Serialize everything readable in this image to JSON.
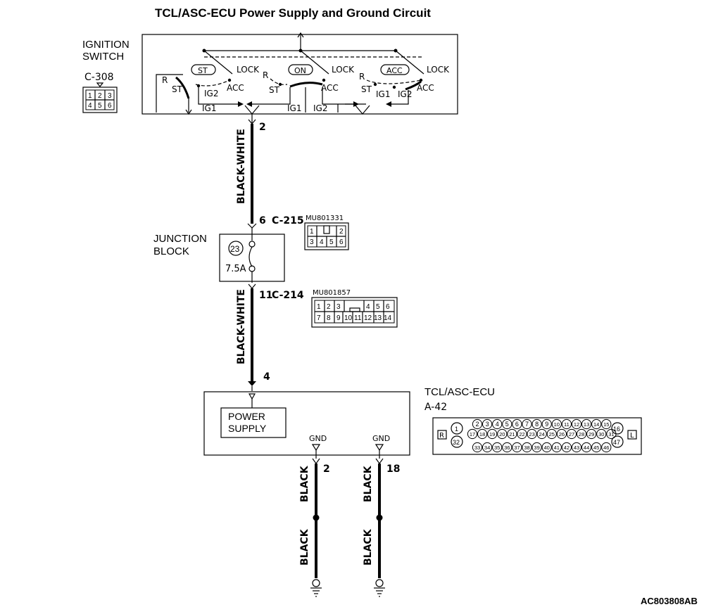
{
  "title": "TCL/ASC-ECU Power Supply and Ground Circuit",
  "figure_id": "AC803808AB",
  "ignition_switch": {
    "label_line1": "IGNITION",
    "label_line2": "SWITCH",
    "connector": "C-308",
    "connector_pins": [
      "1",
      "2",
      "3",
      "4",
      "5",
      "6"
    ],
    "positions": {
      "st": "ST",
      "on": "ON",
      "acc": "ACC",
      "lock": "LOCK",
      "r": "R",
      "ig1": "IG1",
      "ig2": "IG2"
    }
  },
  "wires": {
    "upper_color": "BLACK-WHITE",
    "lower_color": "BLACK-WHITE",
    "ground_color": "BLACK"
  },
  "pins": {
    "switch_out": "2",
    "jb_in": "6",
    "jb_out": "11",
    "ecu_in": "4",
    "gnd_a": "2",
    "gnd_b": "18"
  },
  "junction_block": {
    "label_line1": "JUNCTION",
    "label_line2": "BLOCK",
    "fuse_number": "23",
    "fuse_rating": "7.5A",
    "connector_in": "C-215",
    "connector_in_part": "MU801331",
    "connector_in_pins": [
      "1",
      "2",
      "3",
      "4",
      "5",
      "6"
    ],
    "connector_out": "C-214",
    "connector_out_part": "MU801857",
    "connector_out_pins": [
      "1",
      "2",
      "3",
      "4",
      "5",
      "6",
      "7",
      "8",
      "9",
      "10",
      "11",
      "12",
      "13",
      "14"
    ]
  },
  "ecu": {
    "name": "TCL/ASC-ECU",
    "connector": "A-42",
    "power_line1": "POWER",
    "power_line2": "SUPPLY",
    "gnd_label": "GND",
    "side_r": "R",
    "side_l": "L",
    "pins_left": [
      "1",
      "32"
    ],
    "pins_right": [
      "16",
      "47"
    ],
    "pins_row1": [
      "2",
      "3",
      "4",
      "5",
      "6",
      "7",
      "8",
      "9",
      "10",
      "11",
      "12",
      "13",
      "14",
      "15"
    ],
    "pins_row2": [
      "17",
      "18",
      "19",
      "20",
      "21",
      "22",
      "23",
      "24",
      "25",
      "26",
      "27",
      "28",
      "29",
      "30",
      "31"
    ],
    "pins_row3": [
      "33",
      "34",
      "35",
      "36",
      "37",
      "38",
      "39",
      "40",
      "41",
      "42",
      "43",
      "44",
      "45",
      "46"
    ]
  }
}
